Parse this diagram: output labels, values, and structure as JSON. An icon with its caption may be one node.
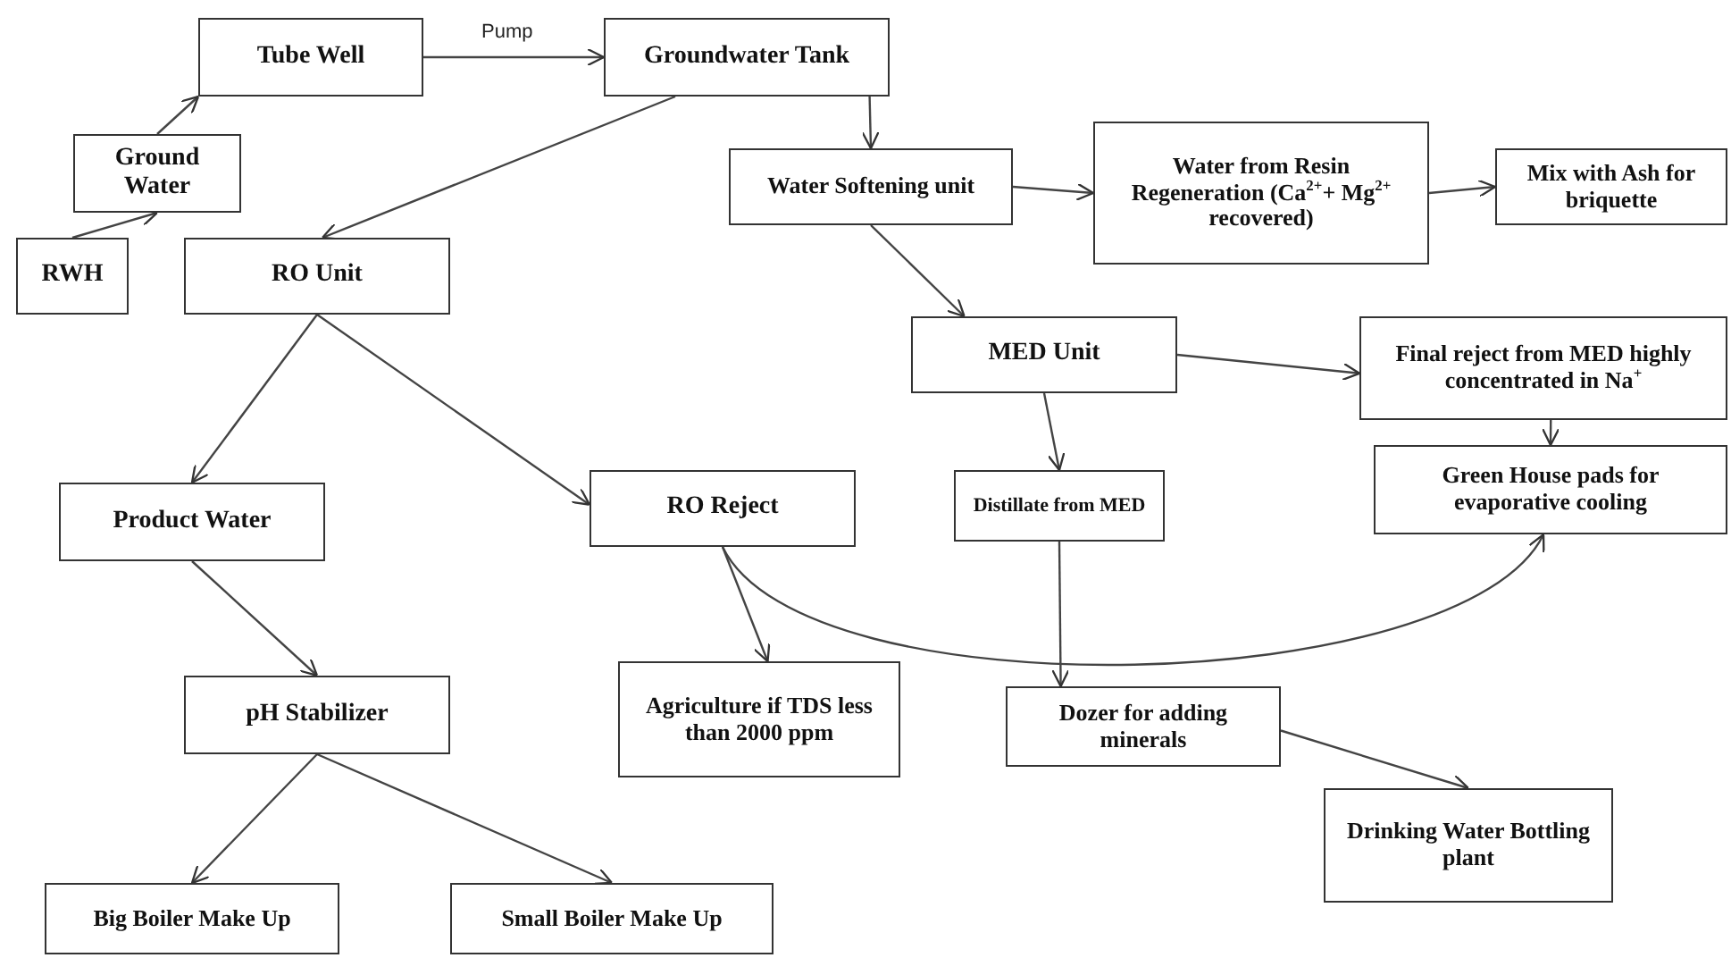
{
  "diagram": {
    "nodes": [
      {
        "text": [
          "Tube Well"
        ]
      },
      {
        "text": [
          "Groundwater Tank"
        ]
      },
      {
        "text": [
          "Ground Water"
        ]
      },
      {
        "text": [
          "RWH"
        ]
      },
      {
        "text": [
          "RO Unit"
        ]
      },
      {
        "text": [
          "Water Softening unit"
        ]
      },
      {
        "text": [
          "Water from Resin Regeneration (Ca$^{2+}$+ Mg$^{2+}$ recovered)"
        ]
      },
      {
        "text": [
          "Mix with Ash for briquette"
        ]
      },
      {
        "text": [
          "MED Unit"
        ]
      },
      {
        "text": [
          "Final reject from MED highly concentrated in Na$^{+}$"
        ]
      },
      {
        "text": [
          "Distillate from MED"
        ]
      },
      {
        "text": [
          "Green House pads for evaporative cooling"
        ]
      },
      {
        "text": [
          "Product Water"
        ]
      },
      {
        "text": [
          "RO Reject"
        ]
      },
      {
        "text": [
          "pH Stabilizer"
        ]
      },
      {
        "text": [
          "Agriculture if TDS less than 2000 ppm"
        ]
      },
      {
        "text": [
          "Dozer for adding minerals"
        ]
      },
      {
        "text": [
          "Drinking Water Bottling plant"
        ]
      },
      {
        "text": [
          "Big Boiler Make Up"
        ]
      },
      {
        "text": [
          "Small Boiler Make Up"
        ]
      }
    ],
    "edges": [
      {
        "from": 3,
        "to": 2,
        "arrow": "to"
      },
      {
        "from": 2,
        "to": 0,
        "arrow": "to"
      },
      {
        "from": 0,
        "to": 1,
        "arrow": "to",
        "label": "Pump"
      },
      {
        "from": 1,
        "to": 4,
        "arrow": "to"
      },
      {
        "from": 1,
        "to": 5,
        "arrow": "to"
      },
      {
        "from": 5,
        "to": 6,
        "arrow": "to"
      },
      {
        "from": 6,
        "to": 7,
        "arrow": "to"
      },
      {
        "from": 5,
        "to": 8,
        "arrow": "to"
      },
      {
        "from": 8,
        "to": 9,
        "arrow": "to"
      },
      {
        "from": 8,
        "to": 10,
        "arrow": "to"
      },
      {
        "from": 9,
        "to": 11,
        "arrow": "to"
      },
      {
        "from": 4,
        "to": 12,
        "arrow": "to"
      },
      {
        "from": 4,
        "to": 13,
        "arrow": "to"
      },
      {
        "from": 13,
        "to": 15,
        "arrow": "to"
      },
      {
        "from": 13,
        "to": 11,
        "arrow": "to"
      },
      {
        "from": 10,
        "to": 16,
        "arrow": "to"
      },
      {
        "from": 16,
        "to": 17,
        "arrow": "to"
      },
      {
        "from": 12,
        "to": 14,
        "arrow": "to"
      },
      {
        "from": 14,
        "to": 18,
        "arrow": "to"
      },
      {
        "from": 14,
        "to": 19,
        "arrow": "to"
      }
    ]
  }
}
